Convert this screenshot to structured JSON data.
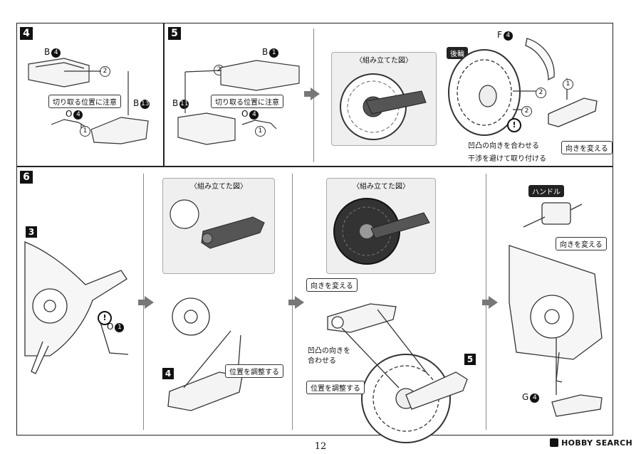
{
  "page_number": "12",
  "brand": "HOBBY SEARCH",
  "steps": {
    "s4": {
      "number": "4",
      "parts": {
        "b4": "B",
        "b4_num": "4",
        "b13": "B",
        "b13_num": "13",
        "o4": "O",
        "o4_num": "4"
      },
      "callouts": {
        "c2": "2",
        "c1": "1"
      },
      "note": "切り取る位置に注意"
    },
    "s5": {
      "number": "5",
      "parts": {
        "b1": "B",
        "b1_num": "1",
        "b11": "B",
        "b11_num": "11",
        "o4": "O",
        "o4_num": "4",
        "f4": "F",
        "f4_num": "4"
      },
      "callouts": {
        "c2": "2",
        "c1": "1"
      },
      "note": "切り取る位置に注意",
      "inset_caption": "〈組み立てた図〉",
      "rear_wheel_tag": "後輪",
      "notes": [
        "凹凸の向きを合わせる",
        "干渉を避けて取り付ける"
      ],
      "turn_note": "向きを変える"
    },
    "s6": {
      "number": "6",
      "part3": "3",
      "part4": "4",
      "part5": "5",
      "o1": "O",
      "o1_num": "1",
      "inset_caption_1": "〈組み立てた図〉",
      "inset_caption_2": "〈組み立てた図〉",
      "adjust_1": "位置を調整する",
      "turn_1": "向きを変える",
      "align": "凹凸の向きを\n合わせる",
      "adjust_2": "位置を調整する",
      "handle_tag": "ハンドル",
      "turn_2": "向きを変える",
      "g4": "G",
      "g4_num": "4"
    }
  },
  "icons": [
    "arrow-right-icon",
    "warning-icon",
    "hobby-search-logo-icon"
  ]
}
